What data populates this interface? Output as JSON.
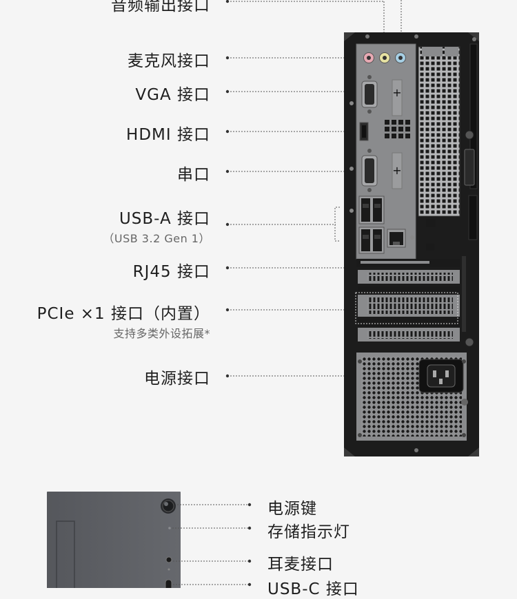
{
  "rear_panel": {
    "labels": {
      "audio_out": "音频输出接口",
      "mic": "麦克风接口",
      "vga": "VGA 接口",
      "hdmi": "HDMI 接口",
      "serial": "串口",
      "usb_a": "USB-A 接口",
      "usb_a_spec": "（USB 3.2 Gen 1）",
      "rj45": "RJ45 接口",
      "pcie": "PCIe ×1 接口（内置）",
      "pcie_note": "支持多类外设拓展*",
      "power": "电源接口"
    }
  },
  "front_panel": {
    "labels": {
      "power_button": "电源键",
      "storage_indicator": "存储指示灯",
      "headset": "耳麦接口",
      "usb_c": "USB-C 接口"
    }
  },
  "colors": {
    "background": "#f5f5f5",
    "chassis_black": "#1c1c1c",
    "chassis_metal": "#8a8b8d",
    "front_panel": "#5c5e63",
    "audio_pink": "#e7a9b3",
    "audio_yellow": "#e6e2a2",
    "audio_blue": "#a6cfe4"
  }
}
